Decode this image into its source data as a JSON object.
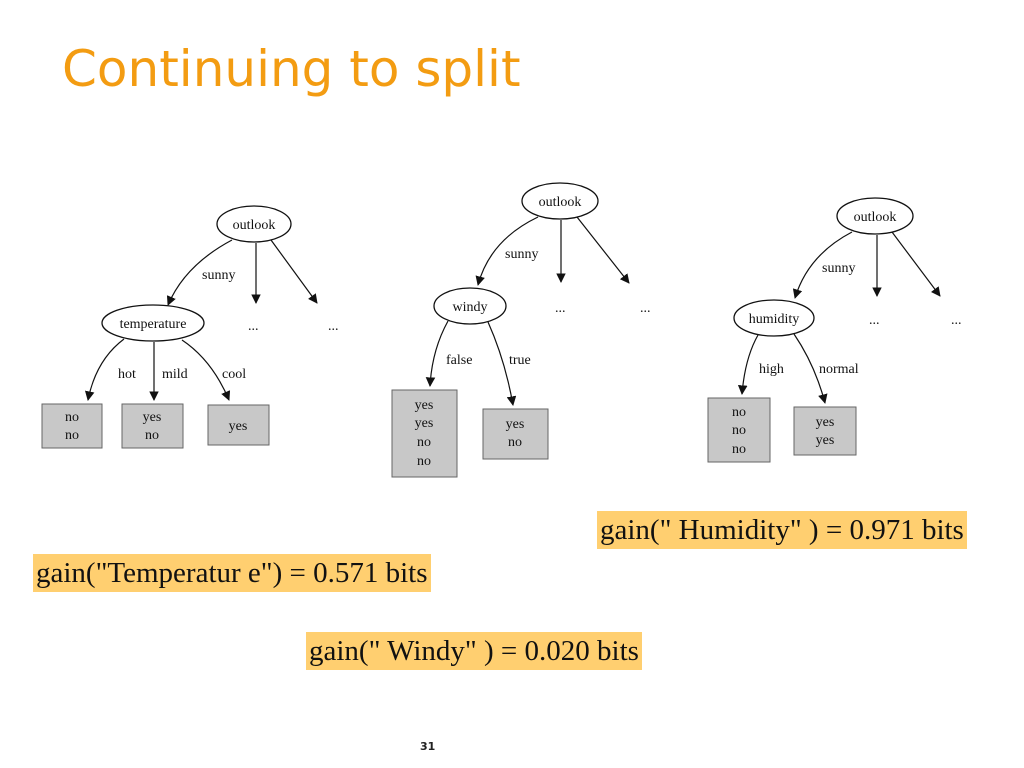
{
  "slide": {
    "title": "Continuing to split",
    "page_number": "31"
  },
  "trees": [
    {
      "root": "outlook",
      "branch_label": "sunny",
      "ellipsis": [
        "...",
        "..."
      ],
      "child": "temperature",
      "edges": [
        "hot",
        "mild",
        "cool"
      ],
      "leaves": [
        [
          "no",
          "no"
        ],
        [
          "yes",
          "no"
        ],
        [
          "yes"
        ]
      ]
    },
    {
      "root": "outlook",
      "branch_label": "sunny",
      "ellipsis": [
        "...",
        "..."
      ],
      "child": "windy",
      "edges": [
        "false",
        "true"
      ],
      "leaves": [
        [
          "yes",
          "yes",
          "no",
          "no"
        ],
        [
          "yes",
          "no"
        ]
      ]
    },
    {
      "root": "outlook",
      "branch_label": "sunny",
      "ellipsis": [
        "...",
        "..."
      ],
      "child": "humidity",
      "edges": [
        "high",
        "normal"
      ],
      "leaves": [
        [
          "no",
          "no",
          "no"
        ],
        [
          "yes",
          "yes"
        ]
      ]
    }
  ],
  "gains": {
    "humidity": "gain(\" Humidity\" ) = 0.971 bits",
    "temperature": "gain(\"Temperatur e\") = 0.571 bits",
    "windy": "gain(\" Windy\" ) = 0.020 bits"
  },
  "colors": {
    "title": "#f39c12",
    "highlight": "#ffcf70",
    "leaf_fill": "#c8c8c8"
  }
}
